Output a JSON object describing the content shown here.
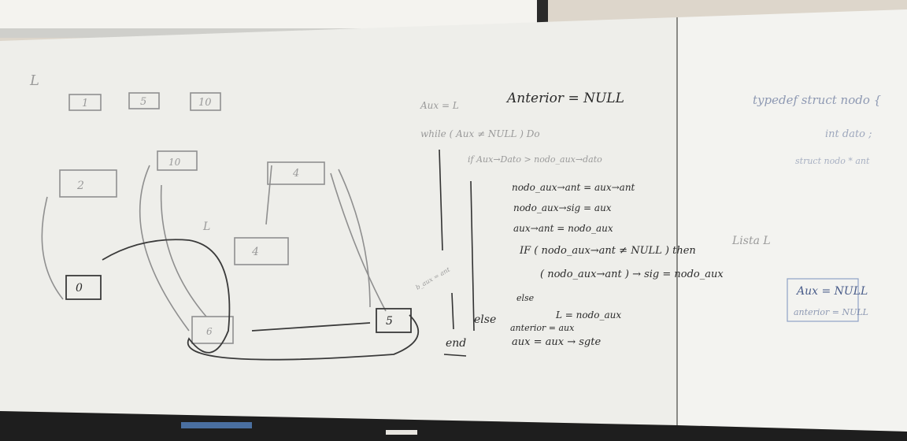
{
  "left_board": {
    "list_label": "L",
    "top_nodes": [
      "1",
      "5",
      "10"
    ],
    "nodes": [
      "2",
      "10",
      "4",
      "4",
      "0",
      "6",
      "5"
    ],
    "small_label": "L",
    "corner_note": "b_aux = ant"
  },
  "middle_board": {
    "aux_init": "Aux = L",
    "anterior": "Anterior = NULL",
    "while_line": "while ( Aux ≠ NULL ) Do",
    "if_line": "if Aux→Dato > nodo_aux→dato",
    "body": [
      "nodo_aux→ant = aux→ant",
      "nodo_aux→sig = aux",
      "aux→ant = nodo_aux",
      "IF ( nodo_aux→ant ≠ NULL ) then",
      "( nodo_aux→ant ) → sig = nodo_aux",
      "else",
      "L = nodo_aux"
    ],
    "side_label": "Lista L",
    "else_label": "else",
    "end_label": "end",
    "lower_lines": [
      "anterior = aux",
      "aux = aux → sgte"
    ]
  },
  "right_board": {
    "lines": [
      "typedef struct nodo {",
      "int dato ;",
      "struct nodo * ant"
    ],
    "box_line1": "Aux = NULL",
    "box_line2": "anterior = NULL"
  },
  "colors": {
    "board": "#f2f2f0",
    "wall": "#ddd6cb",
    "frame": "#1e1e1e",
    "ink": "#2a2a2a",
    "blue_ink": "#4a5d8a"
  }
}
